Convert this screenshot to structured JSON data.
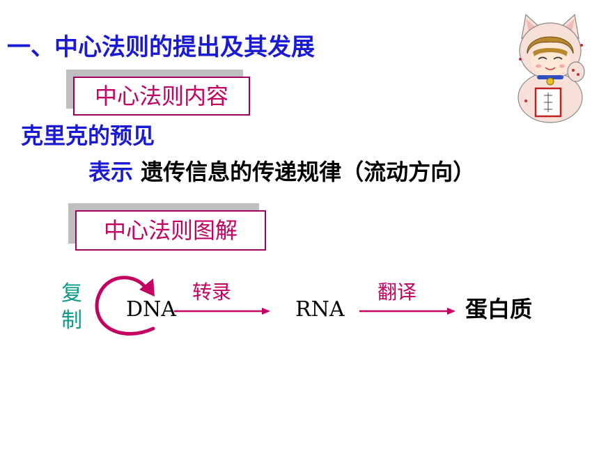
{
  "slide": {
    "title": "一、中心法则的提出及其发展",
    "box1_label": "中心法则内容",
    "crick_text": "克里克的预见",
    "represent_label": "表示",
    "represent_text": " 遗传信息的传递规律（流动方向）",
    "box2_label": "中心法则图解"
  },
  "diagram": {
    "replication_char1": "复",
    "replication_char2": "制",
    "dna": "DNA",
    "transcription": "转录",
    "rna": "RNA",
    "translation": "翻译",
    "protein": "蛋白质"
  },
  "colors": {
    "title_blue": "#1a1ad6",
    "magenta": "#c40060",
    "teal": "#0a9a8a"
  }
}
